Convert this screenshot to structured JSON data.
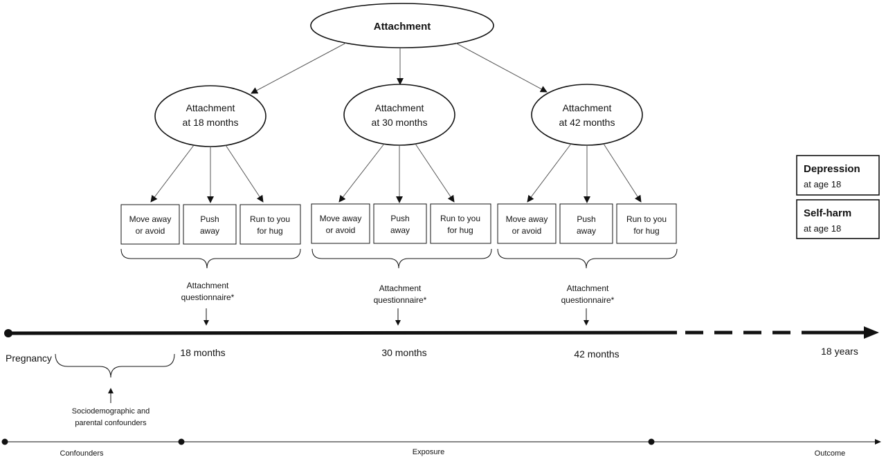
{
  "top_node": {
    "label": "Attachment"
  },
  "sub_nodes": [
    {
      "line1": "Attachment",
      "line2": "at 18 months"
    },
    {
      "line1": "Attachment",
      "line2": "at 30 months"
    },
    {
      "line1": "Attachment",
      "line2": "at 42 months"
    }
  ],
  "items": [
    [
      {
        "l1": "Move away",
        "l2": "or avoid"
      },
      {
        "l1": "Push",
        "l2": "away"
      },
      {
        "l1": "Run to you",
        "l2": "for hug"
      }
    ],
    [
      {
        "l1": "Move away",
        "l2": "or avoid"
      },
      {
        "l1": "Push",
        "l2": "away"
      },
      {
        "l1": "Run to you",
        "l2": "for hug"
      }
    ],
    [
      {
        "l1": "Move away",
        "l2": "or avoid"
      },
      {
        "l1": "Push",
        "l2": "away"
      },
      {
        "l1": "Run to you",
        "l2": "for hug"
      }
    ]
  ],
  "questionnaires": [
    {
      "l1": "Attachment",
      "l2": "questionnaire*"
    },
    {
      "l1": "Attachment",
      "l2": "questionnaire*"
    },
    {
      "l1": "Attachment",
      "l2": "questionnaire*"
    }
  ],
  "outcomes": [
    {
      "title": "Depression",
      "sub": "at age 18"
    },
    {
      "title": "Self-harm",
      "sub": "at age 18"
    }
  ],
  "timeline": {
    "pregnancy": "Pregnancy",
    "t18": "18 months",
    "t30": "30 months",
    "t42": "42 months",
    "t18y": "18 years"
  },
  "confounders": {
    "l1": "Sociodemographic and",
    "l2": "parental confounders"
  },
  "phases": {
    "confounders": "Confounders",
    "exposure": "Exposure",
    "outcome": "Outcome"
  }
}
